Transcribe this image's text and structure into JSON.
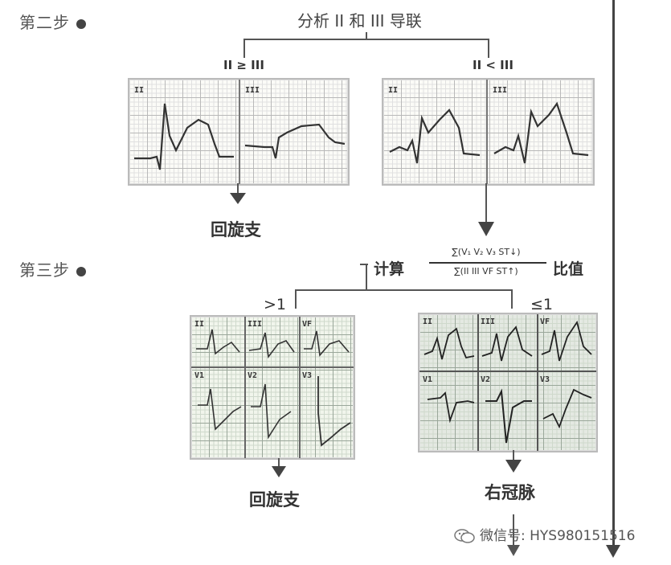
{
  "step2": {
    "label": "第二步"
  },
  "step3": {
    "label": "第三步"
  },
  "analyze_title": "分析 II 和 III 导联",
  "cond_left": "II ≥ III",
  "cond_right": "II < III",
  "outcome_lcx_1": "回旋支",
  "calc": {
    "prefix": "计算",
    "numerator": "∑(V₁ V₂ V₃ ST↓)",
    "denominator": "∑(II III VF ST↑)",
    "suffix": "比值"
  },
  "cond_gt1": ">1",
  "cond_le1": "≤1",
  "outcome_lcx_2": "回旋支",
  "outcome_rca": "右冠脉",
  "leads": {
    "ii": "II",
    "iii": "III",
    "vf": "VF",
    "v1": "V1",
    "v2": "V2",
    "v3": "V3"
  },
  "watermark": "微信号: HYS980151516"
}
